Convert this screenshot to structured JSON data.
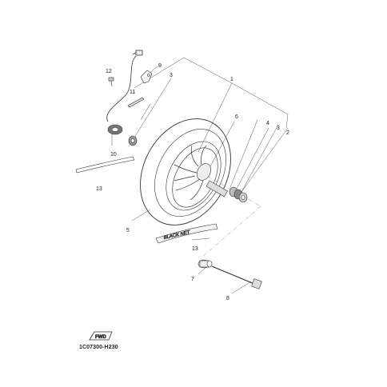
{
  "callouts": {
    "c1": "1",
    "c2": "2",
    "c3a": "3",
    "c3b": "3",
    "c4": "4",
    "c5": "5",
    "c6": "6",
    "c7": "7",
    "c8": "8",
    "c9": "9",
    "c10": "10",
    "c11": "11",
    "c12": "12",
    "c13a": "13",
    "c13b": "13"
  },
  "fwd_label": "FWD",
  "decal_text": "BLACK NET",
  "part_code": "1C07300-H230",
  "icons": {
    "fwd": "fwd-arrow-icon"
  }
}
